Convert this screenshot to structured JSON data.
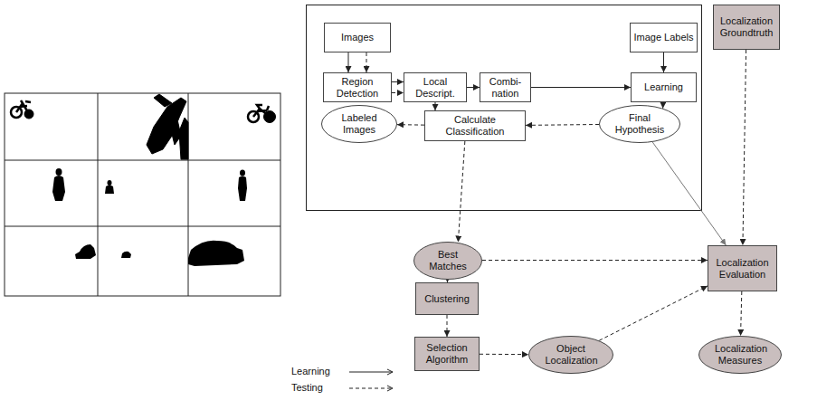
{
  "diagram": {
    "nodes": [
      {
        "text": [
          "Images"
        ]
      },
      {
        "text": [
          "Image Labels"
        ]
      },
      {
        "text": [
          "Localization Groundtruth"
        ]
      },
      {
        "text": [
          "Region Detection"
        ]
      },
      {
        "text": [
          "Local Descript."
        ]
      },
      {
        "text": [
          "Combi- nation"
        ]
      },
      {
        "text": [
          "Learning"
        ]
      },
      {
        "text": [
          "Labeled Images"
        ]
      },
      {
        "text": [
          "Calculate Classification"
        ]
      },
      {
        "text": [
          "Final Hypothesis"
        ]
      },
      {
        "text": [
          "Best Matches"
        ]
      },
      {
        "text": [
          "Localization Evaluation"
        ]
      },
      {
        "text": [
          "Clustering"
        ]
      },
      {
        "text": [
          "Selection Algorithm"
        ]
      },
      {
        "text": [
          "Object Localization"
        ]
      },
      {
        "text": [
          "Localization Measures"
        ]
      }
    ],
    "edges": [
      {
        "from": 0,
        "to": 3,
        "arrow": "to"
      },
      {
        "from": 0,
        "to": 3,
        "arrow": "to"
      },
      {
        "from": 3,
        "to": 4,
        "arrow": "to"
      },
      {
        "from": 3,
        "to": 4,
        "arrow": "to"
      },
      {
        "from": 4,
        "to": 5,
        "arrow": "to"
      },
      {
        "from": 5,
        "to": 6,
        "arrow": "to"
      },
      {
        "from": 1,
        "to": 6,
        "arrow": "to"
      },
      {
        "from": 6,
        "to": 9,
        "arrow": "to"
      },
      {
        "from": 4,
        "to": 8,
        "arrow": "to"
      },
      {
        "from": 9,
        "to": 8,
        "arrow": "to"
      },
      {
        "from": 8,
        "to": 7,
        "arrow": "to"
      },
      {
        "from": 8,
        "to": 10,
        "arrow": "to"
      },
      {
        "from": 9,
        "to": 11,
        "arrow": "to"
      },
      {
        "from": 2,
        "to": 11,
        "arrow": "to"
      },
      {
        "from": 10,
        "to": 11,
        "arrow": "to"
      },
      {
        "from": 10,
        "to": 12,
        "arrow": "to"
      },
      {
        "from": 12,
        "to": 13,
        "arrow": "to"
      },
      {
        "from": 13,
        "to": 14,
        "arrow": "to"
      },
      {
        "from": 14,
        "to": 11,
        "arrow": "to"
      },
      {
        "from": 11,
        "to": 15,
        "arrow": "to"
      }
    ],
    "legend": [
      {
        "text": "Learning"
      },
      {
        "text": "Testing"
      }
    ]
  }
}
